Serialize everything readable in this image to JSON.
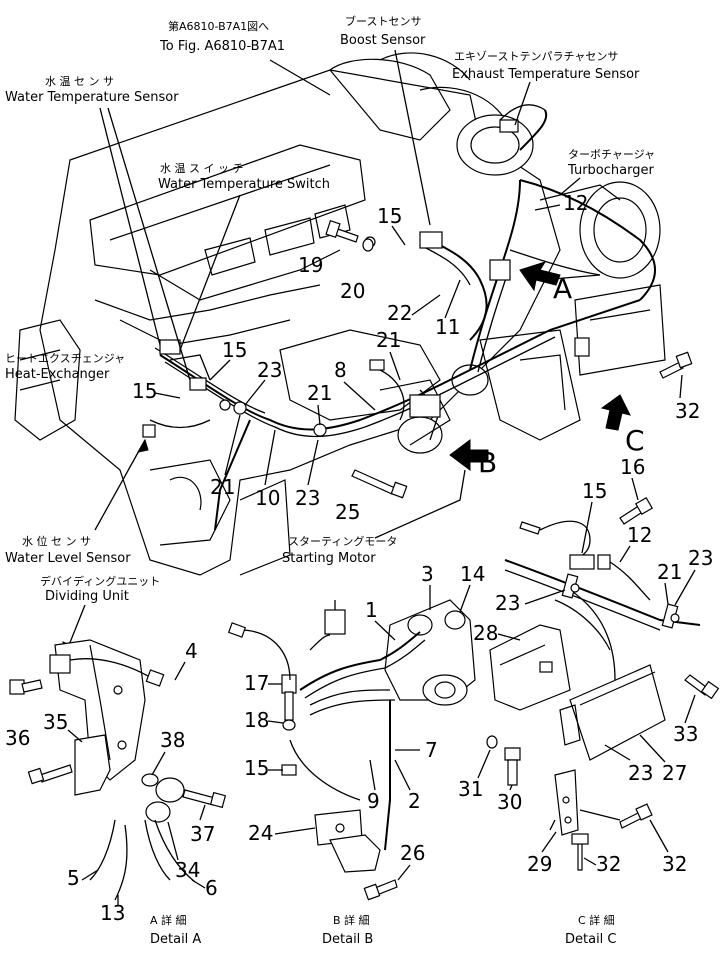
{
  "references": {
    "fig_ref_jp": "第A6810-B7A1図へ",
    "fig_ref_en": "To Fig. A6810-B7A1"
  },
  "labels": {
    "boost_sensor_jp": "ブーストセンサ",
    "boost_sensor_en": "Boost Sensor",
    "exhaust_temp_jp": "エキゾーストテンパラチャセンサ",
    "exhaust_temp_en": "Exhaust Temperature Sensor",
    "water_temp_sensor_jp": "水 温 セ ン サ",
    "water_temp_sensor_en": "Water Temperature Sensor",
    "water_temp_switch_jp": "水 温 ス イ ッ チ",
    "water_temp_switch_en": "Water Temperature Switch",
    "turbocharger_jp": "ターボチャージャ",
    "turbocharger_en": "Turbocharger",
    "heat_exchanger_jp": "ヒートエクスチェンジャ",
    "heat_exchanger_en": "Heat-Exchanger",
    "water_level_sensor_jp": "水 位 セ ン サ",
    "water_level_sensor_en": "Water Level Sensor",
    "starting_motor_jp": "スターティングモータ",
    "starting_motor_en": "Starting Motor",
    "dividing_unit_jp": "デバイディングユニット",
    "dividing_unit_en": "Dividing Unit"
  },
  "view_arrows": {
    "a": "A",
    "b": "B",
    "c": "C"
  },
  "details": {
    "a_jp": "A 詳 細",
    "a_en": "Detail A",
    "b_jp": "B 詳 細",
    "b_en": "Detail B",
    "c_jp": "C 詳 細",
    "c_en": "Detail C"
  },
  "part_numbers": {
    "p1": "1",
    "p2": "2",
    "p3": "3",
    "p4": "4",
    "p5": "5",
    "p6": "6",
    "p7": "7",
    "p8": "8",
    "p9": "9",
    "p10": "10",
    "p11": "11",
    "p12": "12",
    "p13": "13",
    "p14": "14",
    "p15": "15",
    "p16": "16",
    "p17": "17",
    "p18": "18",
    "p19": "19",
    "p20": "20",
    "p21": "21",
    "p22": "22",
    "p23": "23",
    "p24": "24",
    "p25": "25",
    "p26": "26",
    "p27": "27",
    "p28": "28",
    "p29": "29",
    "p30": "30",
    "p31": "31",
    "p32": "32",
    "p33": "33",
    "p34": "34",
    "p35": "35",
    "p36": "36",
    "p37": "37",
    "p38": "38"
  }
}
